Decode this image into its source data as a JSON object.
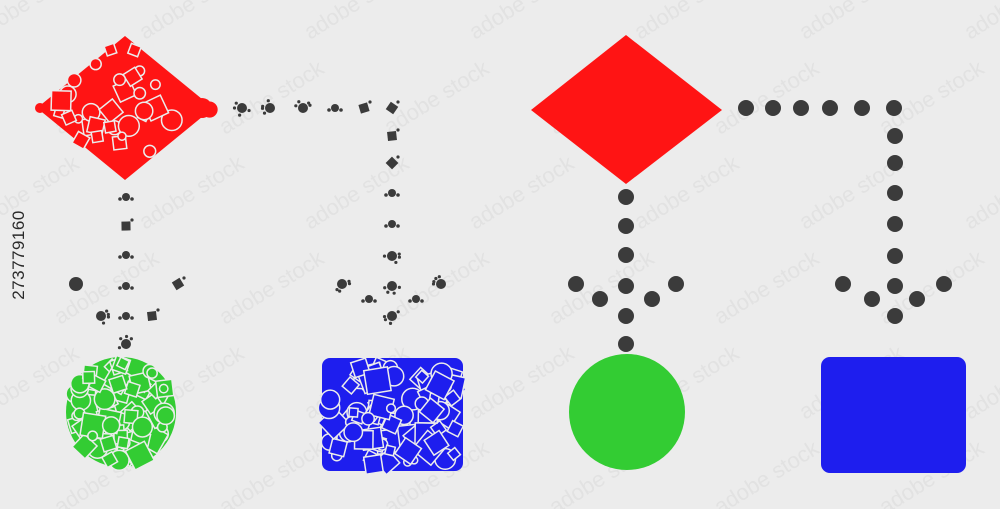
{
  "image_id_label": "273779160",
  "watermark": "adobe stock",
  "colors": {
    "background": "#ececec",
    "decision": "#ff1414",
    "terminator": "#33cc33",
    "process": "#1e1eee",
    "connector": "#3b3b3b"
  },
  "left_diagram": {
    "style": "mosaic",
    "decision_shape": "diamond",
    "terminator_shape": "circle",
    "process_shape": "rounded-rectangle"
  },
  "right_diagram": {
    "style": "solid",
    "decision_shape": "diamond",
    "terminator_shape": "circle",
    "process_shape": "rounded-rectangle"
  }
}
